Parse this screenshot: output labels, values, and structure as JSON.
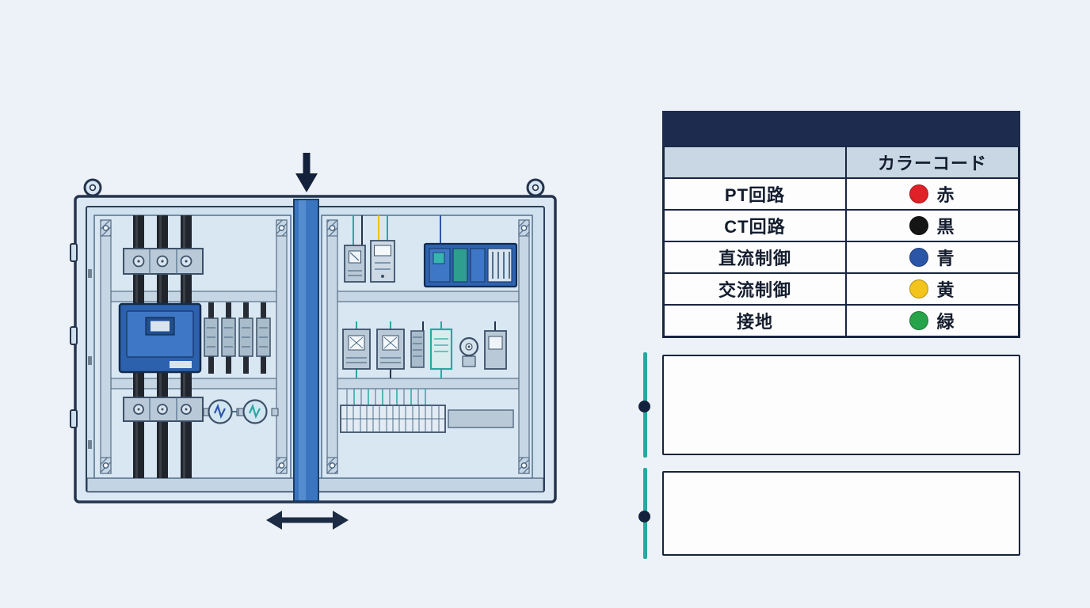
{
  "legend": {
    "title": "",
    "columns": {
      "category": "",
      "color_code": "カラーコード"
    },
    "rows": [
      {
        "label": "PT回路",
        "color_hex": "#e02127",
        "color_name": "赤"
      },
      {
        "label": "CT回路",
        "color_hex": "#151515",
        "color_name": "黒"
      },
      {
        "label": "直流制御",
        "color_hex": "#2b56a8",
        "color_name": "青"
      },
      {
        "label": "交流制御",
        "color_hex": "#f2c41c",
        "color_name": "黄"
      },
      {
        "label": "接地",
        "color_hex": "#27a349",
        "color_name": "緑"
      }
    ]
  },
  "notes": {
    "items": [
      {
        "text": ""
      },
      {
        "text": ""
      }
    ]
  },
  "theme": {
    "background": "#edf2f8",
    "table_header_bg": "#1d2b4e",
    "table_subheader_bg": "#c9d6e3",
    "table_border": "#192641",
    "accent_teal": "#2aa7a0",
    "bullet_navy": "#14213c",
    "cabinet_divider_blue": "#3a76c0"
  }
}
